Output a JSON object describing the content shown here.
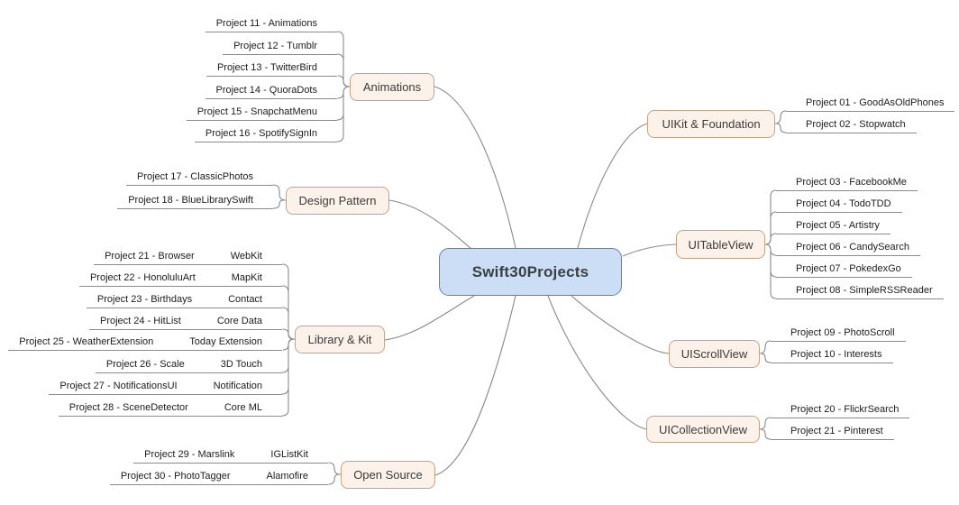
{
  "root": {
    "label": "Swift30Projects"
  },
  "branches": [
    {
      "label": "Animations",
      "leaves": [
        {
          "label": "Project 11 - Animations"
        },
        {
          "label": "Project 12 - Tumblr"
        },
        {
          "label": "Project 13 - TwitterBird"
        },
        {
          "label": "Project 14 - QuoraDots"
        },
        {
          "label": "Project 15 - SnapchatMenu"
        },
        {
          "label": "Project 16 - SpotifySignIn"
        }
      ]
    },
    {
      "label": "Design Pattern",
      "leaves": [
        {
          "label": "Project 17 - ClassicPhotos"
        },
        {
          "label": "Project 18 - BlueLibrarySwift"
        }
      ]
    },
    {
      "label": "Library & Kit",
      "leaves": [
        {
          "label": "Project 21 - Browser",
          "keyword": "WebKit"
        },
        {
          "label": "Project 22 - HonoluluArt",
          "keyword": "MapKit"
        },
        {
          "label": "Project 23 - Birthdays",
          "keyword": "Contact"
        },
        {
          "label": "Project 24 - HitList",
          "keyword": "Core Data"
        },
        {
          "label": "Project 25 - WeatherExtension",
          "keyword": "Today Extension"
        },
        {
          "label": "Project 26 - Scale",
          "keyword": "3D Touch"
        },
        {
          "label": "Project 27 - NotificationsUI",
          "keyword": "Notification"
        },
        {
          "label": "Project 28 - SceneDetector",
          "keyword": "Core ML"
        }
      ]
    },
    {
      "label": "Open Source",
      "leaves": [
        {
          "label": "Project 29 - Marslink",
          "keyword": "IGListKit"
        },
        {
          "label": "Project 30 - PhotoTagger",
          "keyword": "Alamofire"
        }
      ]
    },
    {
      "label": "UIKit & Foundation",
      "leaves": [
        {
          "label": "Project 01 - GoodAsOldPhones"
        },
        {
          "label": "Project 02 - Stopwatch"
        }
      ]
    },
    {
      "label": "UITableView",
      "leaves": [
        {
          "label": "Project 03 - FacebookMe"
        },
        {
          "label": "Project 04 - TodoTDD"
        },
        {
          "label": "Project 05 - Artistry"
        },
        {
          "label": "Project 06 - CandySearch"
        },
        {
          "label": "Project 07 - PokedexGo"
        },
        {
          "label": "Project 08 - SimpleRSSReader"
        }
      ]
    },
    {
      "label": "UIScrollView",
      "leaves": [
        {
          "label": "Project 09 - PhotoScroll"
        },
        {
          "label": "Project 10 - Interests"
        }
      ]
    },
    {
      "label": "UICollectionView",
      "leaves": [
        {
          "label": "Project 20 - FlickrSearch"
        },
        {
          "label": "Project  21 - Pinterest"
        }
      ]
    }
  ],
  "colors": {
    "root_fill": "#cbdef6",
    "root_border": "#5a82ba",
    "branch_fill": "#fdf2e9",
    "branch_border": "#c5a186",
    "line": "#8a8a8a",
    "leaf_text": "#1c1c1c",
    "node_text": "#3a3a3a"
  }
}
